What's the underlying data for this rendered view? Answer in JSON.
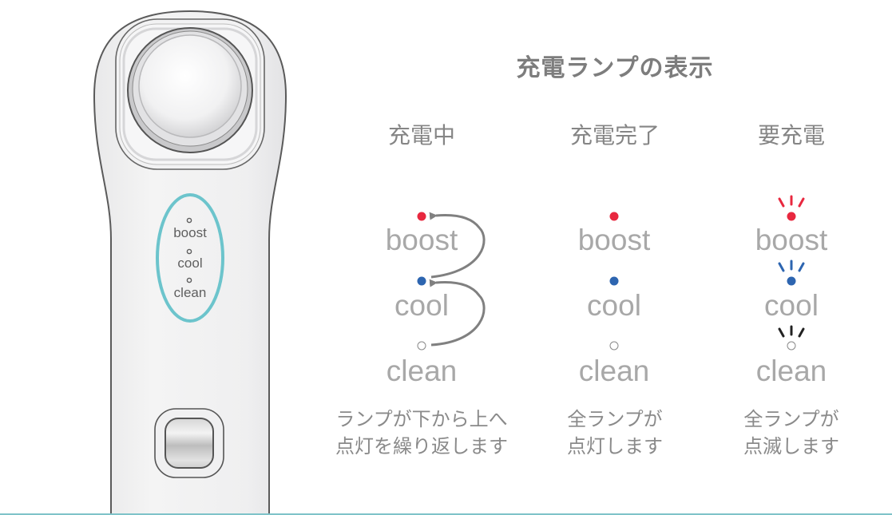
{
  "title": "充電ランプの表示",
  "device": {
    "labels": [
      "boost",
      "cool",
      "clean"
    ],
    "ring_color": "#6cc4cc",
    "outline_color": "#5a5a5a"
  },
  "lamp_labels": [
    "boost",
    "cool",
    "clean"
  ],
  "columns": [
    {
      "heading": "充電中",
      "desc_line1": "ランプが下から上へ",
      "desc_line2": "点灯を繰り返します",
      "state": "sequential"
    },
    {
      "heading": "充電完了",
      "desc_line1": "全ランプが",
      "desc_line2": "点灯します",
      "state": "all-on"
    },
    {
      "heading": "要充電",
      "desc_line1": "全ランプが",
      "desc_line2": "点滅します",
      "state": "all-blinking"
    }
  ],
  "colors": {
    "boost": "#e8283f",
    "cool": "#2d65b0",
    "clean_outline": "#8a8a8a",
    "clean_blink": "#222222",
    "accent_line": "#7fc3c9"
  }
}
